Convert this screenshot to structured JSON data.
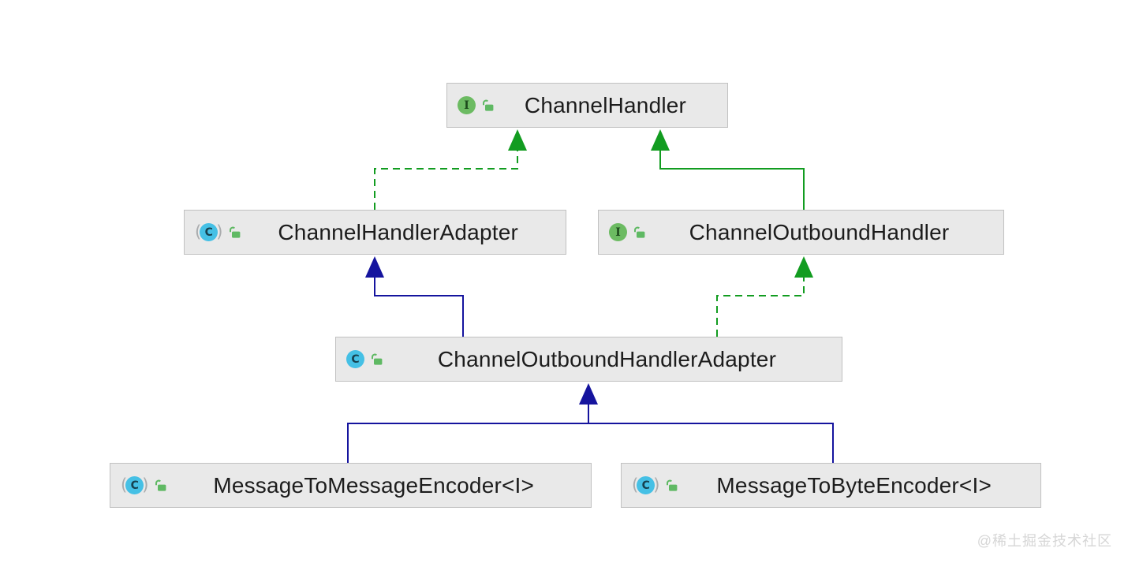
{
  "diagram": {
    "type": "uml-class-inheritance-diagram",
    "nodes": [
      {
        "id": "ChannelHandler",
        "label": "ChannelHandler",
        "kind": "interface",
        "icon_letter": "I",
        "lock": "unlocked"
      },
      {
        "id": "ChannelHandlerAdapter",
        "label": "ChannelHandlerAdapter",
        "kind": "abstract-class",
        "icon_letter": "C",
        "lock": "unlocked"
      },
      {
        "id": "ChannelOutboundHandler",
        "label": "ChannelOutboundHandler",
        "kind": "interface",
        "icon_letter": "I",
        "lock": "unlocked"
      },
      {
        "id": "ChannelOutboundHandlerAdapter",
        "label": "ChannelOutboundHandlerAdapter",
        "kind": "class",
        "icon_letter": "C",
        "lock": "unlocked"
      },
      {
        "id": "MessageToMessageEncoder",
        "label": "MessageToMessageEncoder<I>",
        "kind": "abstract-class",
        "icon_letter": "C",
        "lock": "unlocked"
      },
      {
        "id": "MessageToByteEncoder",
        "label": "MessageToByteEncoder<I>",
        "kind": "abstract-class",
        "icon_letter": "C",
        "lock": "unlocked"
      }
    ],
    "edges": [
      {
        "from": "ChannelHandlerAdapter",
        "to": "ChannelHandler",
        "relation": "implements",
        "style": "dashed-green"
      },
      {
        "from": "ChannelOutboundHandler",
        "to": "ChannelHandler",
        "relation": "extends",
        "style": "solid-green"
      },
      {
        "from": "ChannelOutboundHandlerAdapter",
        "to": "ChannelHandlerAdapter",
        "relation": "extends",
        "style": "solid-navy"
      },
      {
        "from": "ChannelOutboundHandlerAdapter",
        "to": "ChannelOutboundHandler",
        "relation": "implements",
        "style": "dashed-green"
      },
      {
        "from": "MessageToMessageEncoder",
        "to": "ChannelOutboundHandlerAdapter",
        "relation": "extends",
        "style": "solid-navy"
      },
      {
        "from": "MessageToByteEncoder",
        "to": "ChannelOutboundHandlerAdapter",
        "relation": "extends",
        "style": "solid-navy"
      }
    ],
    "colors": {
      "interface_edge_green": "#129c20",
      "class_edge_navy": "#15149e",
      "node_background": "#e9e9e9",
      "node_border": "#c1c1c1",
      "interface_badge_green": "#6cbb62",
      "class_badge_cyan": "#45c0e5",
      "lock_green": "#5fb963"
    },
    "icons": {
      "abstract_open": "(",
      "abstract_close": ")"
    }
  },
  "watermark": {
    "text": "@稀土掘金技术社区"
  }
}
